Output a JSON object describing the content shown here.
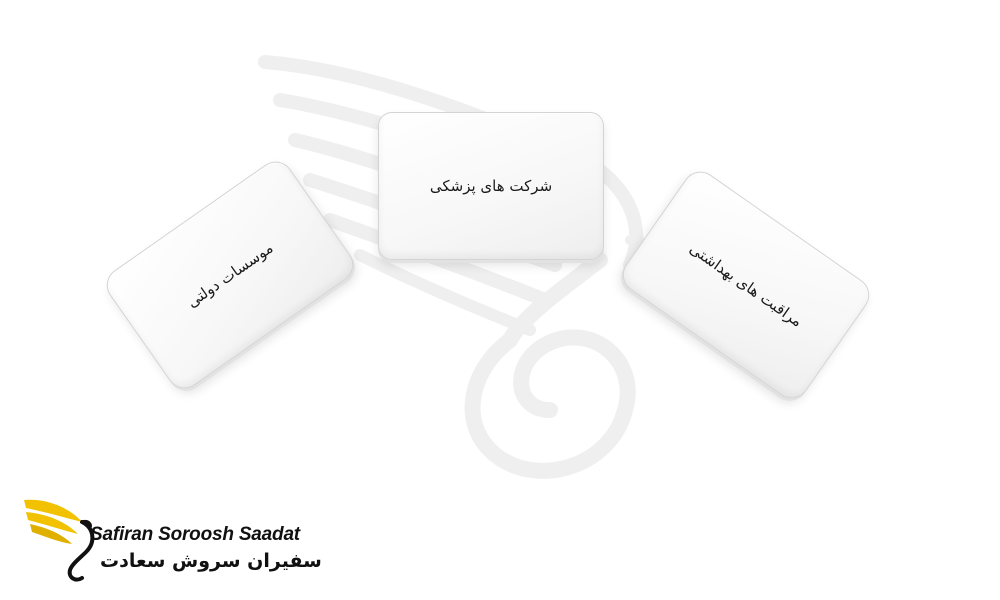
{
  "diagram": {
    "nodes": [
      {
        "id": "center",
        "label": "شرکت های پزشکی"
      },
      {
        "id": "left",
        "label": "موسسات دولتی"
      },
      {
        "id": "right",
        "label": "مراقبت های بهداشتی"
      }
    ]
  },
  "logo": {
    "text_en": "Safiran Soroosh Saadat",
    "text_fa": "سفیران سروش سعادت",
    "accent_color": "#f2c200"
  },
  "colors": {
    "watermark": "#f1f1f1",
    "card_border": "#d4d4d4"
  }
}
